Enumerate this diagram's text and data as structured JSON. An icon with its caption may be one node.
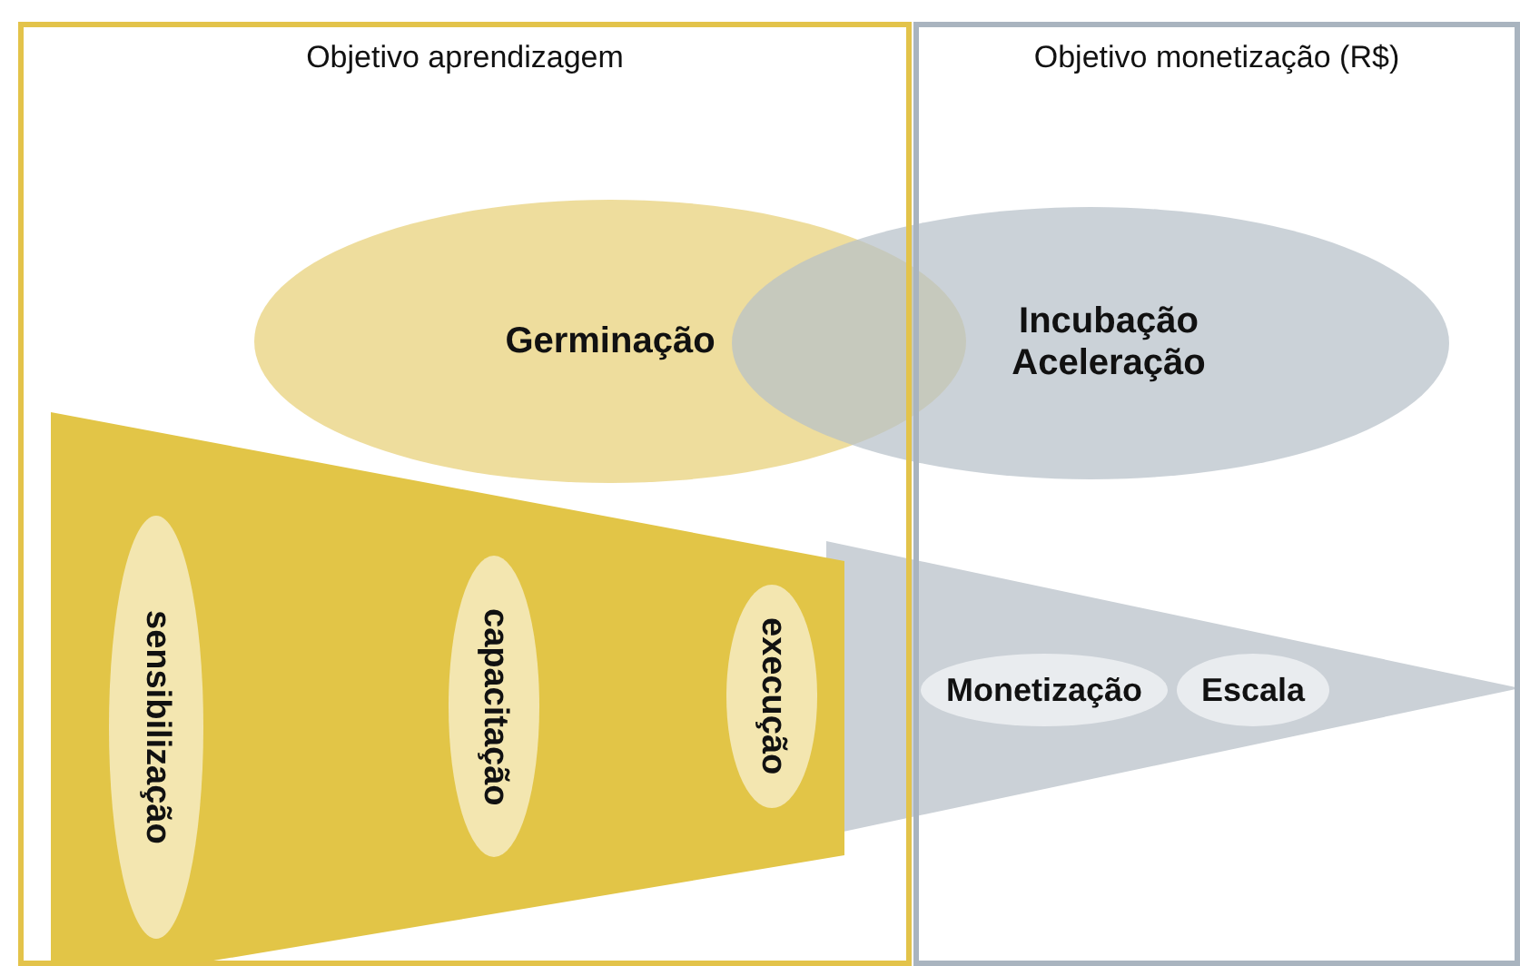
{
  "diagram": {
    "nodes": [
      {
        "text": [
          "Objetivo aprendizagem"
        ]
      },
      {
        "text": [
          "Objetivo monetização (R$)"
        ]
      },
      {
        "text": [
          "Germinação"
        ]
      },
      {
        "text": [
          "Incubação Aceleração"
        ]
      },
      {
        "text": [],
        "shape": "trapezoid",
        "in": 0
      },
      {
        "text": [
          "sensibilização"
        ],
        "in": 4
      },
      {
        "text": [
          "capacitação"
        ],
        "in": 4
      },
      {
        "text": [
          "execução"
        ],
        "in": 4
      },
      {
        "text": [],
        "shape": "triangle"
      },
      {
        "text": [
          "Monetização"
        ],
        "in": 8
      },
      {
        "text": [
          "Escala"
        ],
        "in": 8
      }
    ]
  }
}
